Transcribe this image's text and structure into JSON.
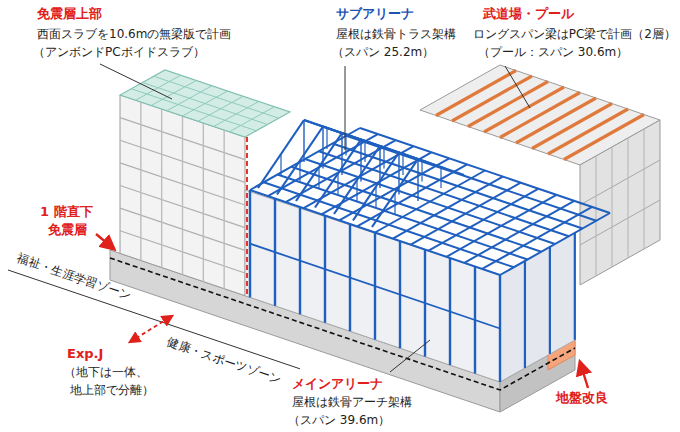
{
  "diagram": {
    "labels": [
      "免震層上部",
      "西面スラブを10.6mの無梁版で計画",
      "（アンボンドPCボイドスラブ）",
      "サブアリーナ",
      "屋根は鉄骨トラス架構",
      "（スパン 25.2m）",
      "武道場・プール",
      "ロングスパン梁はPC梁で計画（2層）",
      "（プール：スパン 30.6m）",
      "1 階直下",
      "免震層",
      "福祉・生涯学習ゾーン",
      "健康・スポーツゾーン",
      "Exp.J",
      "（地下は一体、",
      "地上部で分離）",
      "メインアリーナ",
      "屋根は鉄骨アーチ架構",
      "（スパン 39.6m）",
      "地盤改良"
    ]
  }
}
